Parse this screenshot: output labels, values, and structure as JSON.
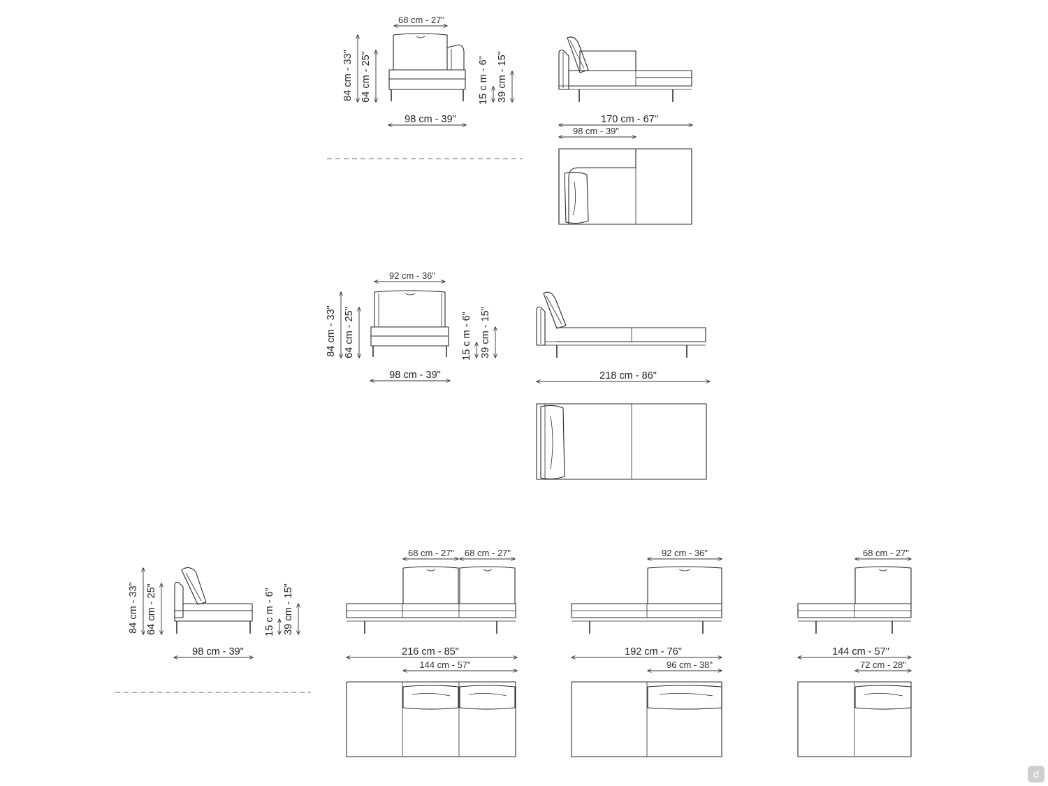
{
  "module_a": {
    "front": {
      "width": "68 cm - 27\"",
      "depth": "98 cm - 39\"",
      "h_total": "84 cm - 33\"",
      "h_arm": "64 cm - 25\"",
      "h_leg": "15 c m - 6\"",
      "h_seat": "39 cm - 15\""
    },
    "side": {
      "length": "170 cm - 67\"",
      "section": "98 cm - 39\""
    }
  },
  "module_b": {
    "front": {
      "width": "92 cm - 36\"",
      "depth": "98 cm - 39\"",
      "h_total": "84 cm - 33\"",
      "h_arm": "64 cm - 25\"",
      "h_leg": "15 c m - 6\"",
      "h_seat": "39 cm - 15\""
    },
    "side": {
      "length": "218 cm - 86\""
    }
  },
  "module_c": {
    "side": {
      "depth": "98 cm - 39\"",
      "h_total": "84 cm - 33\"",
      "h_arm": "64 cm - 25\"",
      "h_leg": "15 c m - 6\"",
      "h_seat": "39 cm - 15\""
    },
    "v1": {
      "cushion_1": "68 cm - 27\"",
      "cushion_2": "68 cm - 27\"",
      "total": "216 cm - 85\"",
      "back": "144 cm - 57\""
    },
    "v2": {
      "cushion": "92 cm - 36\"",
      "total": "192 cm - 76\"",
      "back": "96 cm - 38\""
    },
    "v3": {
      "cushion": "68 cm - 27\"",
      "total": "144 cm - 57\"",
      "back": "72 cm - 28\""
    }
  },
  "brand_mark": "d"
}
